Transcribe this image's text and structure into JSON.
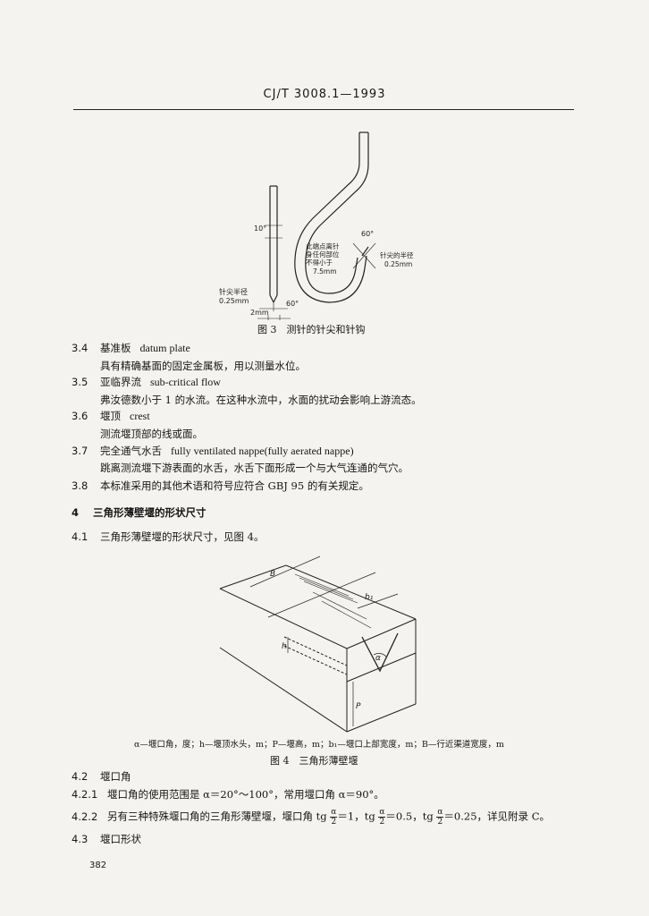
{
  "header": "CJ/T 3008.1—1993",
  "figure3": {
    "label_10deg": "10°",
    "label_60deg_tip": "60°",
    "label_tip_radius_left_1": "针尖半径",
    "label_tip_radius_left_2": "0.25mm",
    "label_2mm": "2mm",
    "label_60deg_hook": "60°",
    "label_hook_note_1": "此端点离针",
    "label_hook_note_2": "身任何部位",
    "label_hook_note_3": "不得小于",
    "label_hook_note_4": "7.5mm",
    "label_tip_radius_right_1": "针尖的半径",
    "label_tip_radius_right_2": "0.25mm",
    "caption": "图 3　测针的针尖和针钩"
  },
  "sections": [
    {
      "num": "3.4",
      "title": "基准板",
      "en": "datum plate",
      "body": "具有精确基面的固定金属板，用以测量水位。"
    },
    {
      "num": "3.5",
      "title": "亚临界流",
      "en": "sub-critical flow",
      "body": "弗汝德数小于 1 的水流。在这种水流中，水面的扰动会影响上游流态。"
    },
    {
      "num": "3.6",
      "title": "堰顶",
      "en": "crest",
      "body": "测流堰顶部的线或面。"
    },
    {
      "num": "3.7",
      "title": "完全通气水舌",
      "en": "fully ventilated nappe(fully aerated nappe)",
      "body": "跳离测流堰下游表面的水舌，水舌下面形成一个与大气连通的气穴。"
    }
  ],
  "s38": {
    "num": "3.8",
    "text": "本标准采用的其他术语和符号应符合 GBJ 95 的有关规定。"
  },
  "s4": {
    "num": "4",
    "title": "三角形薄壁堰的形状尺寸"
  },
  "s41": {
    "num": "4.1",
    "text": "三角形薄壁堰的形状尺寸，见图 4。"
  },
  "figure4": {
    "label_B": "B",
    "label_b1": "b₁",
    "label_h": "h",
    "label_P": "P",
    "label_alpha": "α",
    "legend": "α—堰口角，度；h—堰顶水头，m；P—堰高，m；b₁—堰口上部宽度，m；B—行近渠道宽度，m",
    "caption": "图 4　三角形薄壁堰"
  },
  "s42": {
    "num": "4.2",
    "title": "堰口角"
  },
  "s421": {
    "num": "4.2.1",
    "text": "堰口角的使用范围是 α＝20°～100°，常用堰口角 α＝90°。"
  },
  "s422": {
    "num": "4.2.2",
    "text_a": "另有三种特殊堰口角的三角形薄壁堰，堰口角 tg",
    "eq1": "＝1，tg",
    "eq2": "＝0.5，tg",
    "eq3": "＝0.25，详见附录 C。",
    "frac_top": "α",
    "frac_bottom": "2"
  },
  "s43": {
    "num": "4.3",
    "title": "堰口形状"
  },
  "page_number": "382"
}
